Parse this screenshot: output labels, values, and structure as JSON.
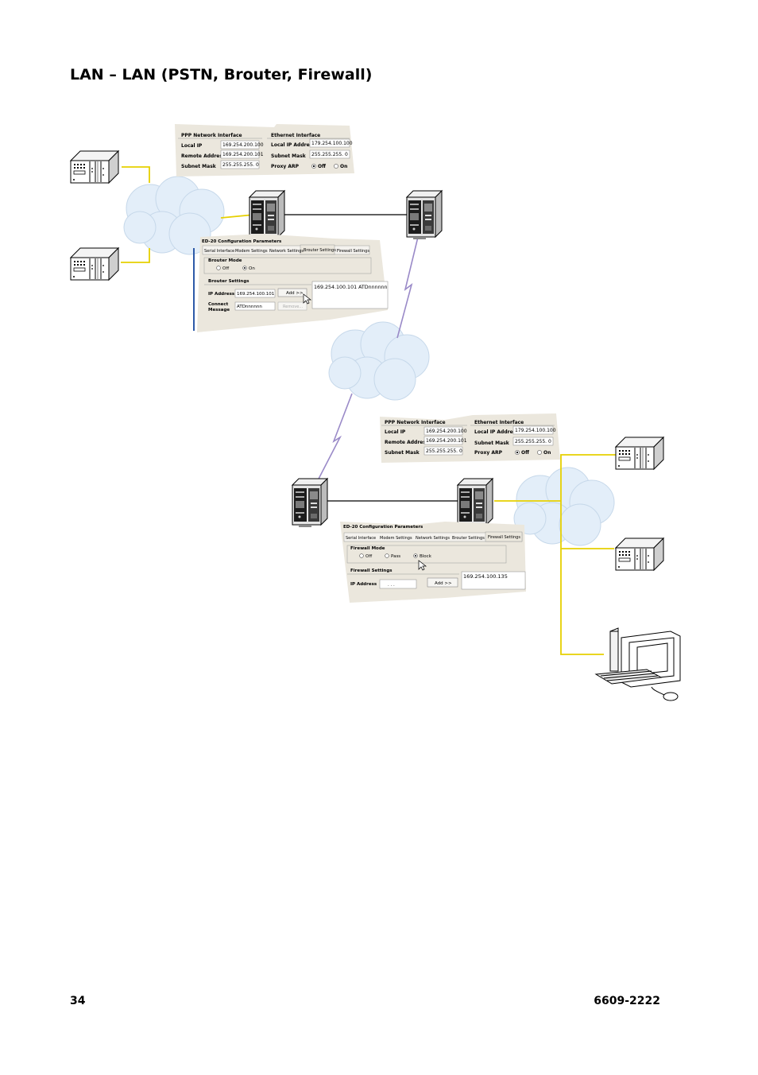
{
  "page": {
    "title": "LAN – LAN (PSTN, Brouter, Firewall)",
    "number": "34",
    "doc_number": "6609-2222"
  },
  "network_panels": [
    {
      "ppp_title": "PPP Network Interface",
      "local_ip_label": "Local IP",
      "local_ip": "169.254.200.100",
      "remote_address_label": "Remote Address",
      "remote_address": "169.254.200.101",
      "ppp_subnet_label": "Subnet Mask",
      "ppp_subnet": "255.255.255.  0",
      "eth_title": "Ethernet Interface",
      "eth_local_ip_label": "Local IP Address",
      "eth_local_ip": "179.254.100.100",
      "eth_subnet_label": "Subnet Mask",
      "eth_subnet": "255.255.255.  0",
      "proxy_arp_label": "Proxy ARP",
      "proxy_off": "Off",
      "proxy_on": "On",
      "proxy_selected": "Off"
    },
    {
      "ppp_title": "PPP Network Interface",
      "local_ip_label": "Local IP",
      "local_ip": "169.254.200.100",
      "remote_address_label": "Remote Address",
      "remote_address": "169.254.200.101",
      "ppp_subnet_label": "Subnet Mask",
      "ppp_subnet": "255.255.255.  0",
      "eth_title": "Ethernet Interface",
      "eth_local_ip_label": "Local IP Address",
      "eth_local_ip": "179.254.100.100",
      "eth_subnet_label": "Subnet Mask",
      "eth_subnet": "255.255.255.  0",
      "proxy_arp_label": "Proxy ARP",
      "proxy_off": "Off",
      "proxy_on": "On",
      "proxy_selected": "Off"
    }
  ],
  "brouter_panel": {
    "title": "ED-20 Configuration Parameters",
    "tabs": [
      "Serial Interface",
      "Modem Settings",
      "Network Settings",
      "Brouter Settings",
      "Firewall Settings"
    ],
    "active_tab": "Brouter Settings",
    "mode_group": "Brouter Mode",
    "mode_off": "Off",
    "mode_on": "On",
    "mode_selected": "On",
    "settings_group": "Brouter Settings",
    "ip_label": "IP Address",
    "ip_value": "169.254.100.101",
    "connect_label_1": "Connect",
    "connect_label_2": "Message",
    "connect_value": "ATDnnnnnn",
    "add_button": "Add >>",
    "remove_button": "Remove...",
    "list_entry": "169.254.100.101 ATDnnnnnn"
  },
  "firewall_panel": {
    "title": "ED-20 Configuration Parameters",
    "tabs": [
      "Serial Interface",
      "Modem Settings",
      "Network Settings",
      "Brouter Settings",
      "Firewall Settings"
    ],
    "active_tab": "Firewall Settings",
    "mode_group": "Firewall Mode",
    "mode_off": "Off",
    "mode_pass": "Pass",
    "mode_block": "Block",
    "mode_selected": "Block",
    "settings_group": "Firewall Settings",
    "ip_label": "IP Address",
    "ip_value": ".   .   .",
    "add_button": "Add >>",
    "list_entry": "169.254.100.135"
  },
  "colors": {
    "lan_line": "#e6d000",
    "pstn_line": "#9a8ac8",
    "cloud_fill": "#e3eef9",
    "panel_fill": "#ebe7dd",
    "link_line": "#000000"
  }
}
